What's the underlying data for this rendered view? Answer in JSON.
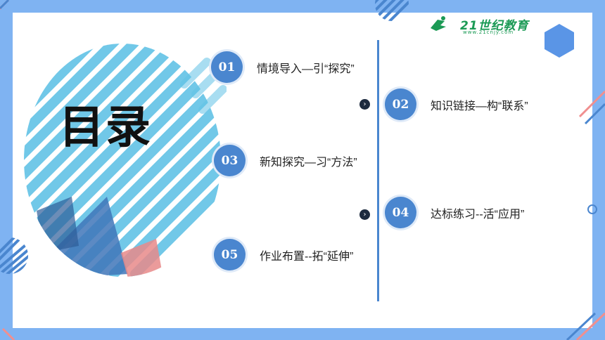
{
  "title": "目录",
  "logo": {
    "text": "21世纪教育",
    "sub": "www.21cnjy.com"
  },
  "items": [
    {
      "num": "01",
      "label": "情境导入—引“探究”"
    },
    {
      "num": "02",
      "label": "知识链接—构“联系”"
    },
    {
      "num": "03",
      "label": "新知探究—习“方法”"
    },
    {
      "num": "04",
      "label": "达标练习--活“应用”"
    },
    {
      "num": "05",
      "label": "作业布置--拓“延伸”"
    }
  ],
  "colors": {
    "frame": "#7fb3f2",
    "accent": "#4a86cf",
    "stripe": "#62c3e6",
    "hex": "#5a95e6",
    "logo_green": "#1b9a55"
  }
}
